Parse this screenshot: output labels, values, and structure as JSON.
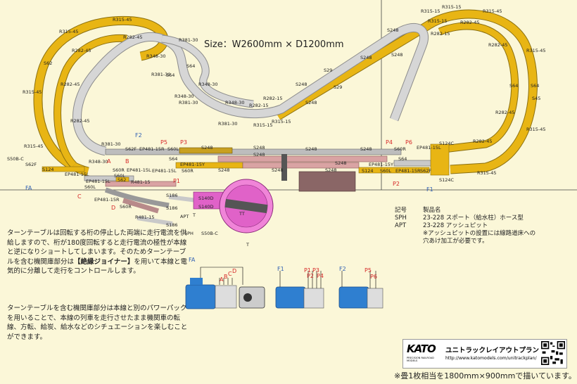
{
  "title": "Size：W2600mm × D1200mm",
  "track_labels": {
    "r315_45": "R315-45",
    "r282_45": "R282-45",
    "r348_30": "R348-30",
    "r381_30": "R381-30",
    "r282_15": "R282-15",
    "r315_15": "R315-15",
    "s62": "S62",
    "s64": "S64",
    "s29": "S29",
    "s248": "S248",
    "s45": "S45",
    "s124": "S124",
    "s124c": "S124C",
    "s62f": "S62F",
    "s60l": "S60L",
    "s60r": "S60R",
    "s62_plain": "S62",
    "s50b_c": "S50B-C",
    "s186": "S186",
    "s140d": "S140D",
    "ep481_15r": "EP481-15R",
    "ep481_15l": "EP481-15L",
    "ep481_15y": "EP481-15Y",
    "r481_15": "R481-15",
    "tt": "TT",
    "t": "T",
    "sph": "SPH",
    "apt": "APT"
  },
  "feeders": {
    "f1": "F1",
    "f2": "F2",
    "fa": "FA",
    "p1": "P1",
    "p2": "P2",
    "p3": "P3",
    "p4": "P4",
    "p5": "P5",
    "p6": "P6",
    "a": "A",
    "b": "B",
    "c": "C",
    "d": "D"
  },
  "legend": {
    "header_key": "記号",
    "header_val": "製品名",
    "rows": [
      {
        "key": "SPH",
        "val": "23-228 スポート（給水柱）ホース型"
      },
      {
        "key": "APT",
        "val": "23-228 アッシュピット"
      },
      {
        "key": "",
        "val": "※アッシュピットの設置には線路道床への"
      },
      {
        "key": "",
        "val": "穴あけ加工が必要です。"
      }
    ]
  },
  "notes": {
    "p1_a": "ターンテーブルは回転する桁の停止した両端に走行電流を供給しますので、桁が180度回転すると走行電流の極性が本線と逆になりショートしてしまいます。そのためターンテーブルを含む機関庫部分は",
    "p1_bold": "【絶縁ジョイナー】",
    "p1_b": "を用いて本線と電気的に分離して走行をコントロールします。",
    "p2": "ターンテーブルを含む機関庫部分は本線と別のパワーパックを用いることで、本線の列車を走行させたまま機関車の転線、方転、給炭、給水などのシチュエーションを楽しむことができます。"
  },
  "kato": {
    "logo": "KATO",
    "sub": "PRECISION RAILROAD MODELS",
    "title": "ユニトラックレイアウトプラン",
    "url": "http://www.katomodels.com/unitrackplan/"
  },
  "scale_note": "※畳1枚相当を1800mm×900mmで描いています。",
  "colors": {
    "background": "#fbf7d8",
    "outer_loop": "#e8b514",
    "inner_loop": "#c9c9c9",
    "siding_brown": "#c9a020",
    "siding_pink": "#d9a3a3",
    "turntable": "#e062c8",
    "feeder_red": "#d62828",
    "feeder_blue": "#2f5fb3"
  }
}
